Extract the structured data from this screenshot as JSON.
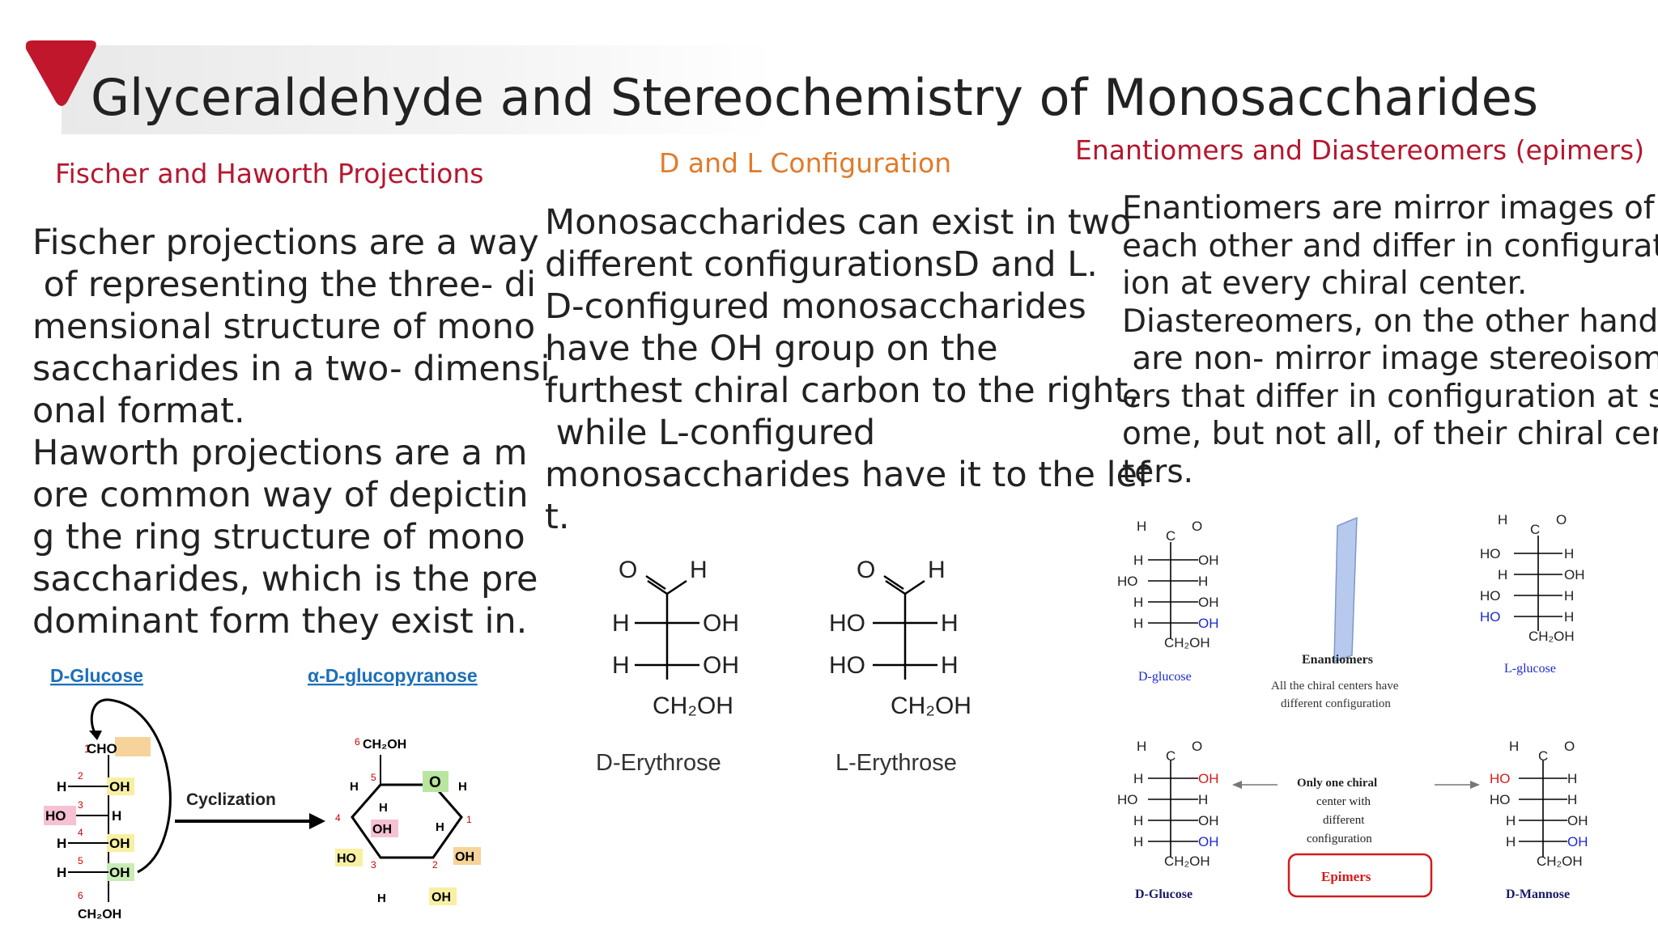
{
  "slide": {
    "title": "Glyceraldehyde and Stereochemistry of Monosaccharides",
    "accent_color": "#c0172d"
  },
  "columns": {
    "left": {
      "heading": "Fischer and Haworth Projections",
      "heading_color": "#b5172f",
      "body": "Fischer projections are a way\n of representing the three- di\nmensional structure of mono\nsaccharides in a two- dimensi\nonal format.\nHaworth projections are a m\nore common way of depictin\ng the ring structure of mono\nsaccharides, which is the pre\ndominant form they exist in."
    },
    "middle": {
      "heading": "D and L Configuration",
      "heading_color": "#e07b2a",
      "body": "Monosaccharides can exist in two\ndifferent configurationsD and L.\nD-configured monosaccharides\nhave the OH group on the\nfurthest chiral carbon to the right,\n while L-configured\nmonosaccharides have it to the lef\nt."
    },
    "right": {
      "heading": "Enantiomers and Diastereomers (epimers)",
      "heading_color": "#b5172f",
      "body": "Enantiomers are mirror images of\neach other and differ in configurat\nion at every chiral center.\nDiastereomers, on the other hand,\n are non- mirror image stereoisom\ners that differ in configuration at s\nome, but not all, of their chiral cen\nters."
    }
  },
  "glucose_figure": {
    "label_left": "D-Glucose",
    "label_right": "α-D-glucopyranose",
    "arrow_label": "Cyclization",
    "chain_top": "CHO",
    "chain_bottom": "CH₂OH",
    "ring_top": "CH₂OH"
  },
  "erythrose_figure": {
    "d_label": "D-Erythrose",
    "l_label": "L-Erythrose",
    "ch2oh": "CH₂OH"
  },
  "enantiomer_figure": {
    "caption_title": "Enantiomers",
    "caption_line1": "All the chiral centers have",
    "caption_line2": "different configuration",
    "left_label": "D-glucose",
    "right_label": "L-glucose"
  },
  "epimer_figure": {
    "caption_line1": "Only one chiral",
    "caption_line2": "center with",
    "caption_line3": "different",
    "caption_line4": "configuration",
    "box_label": "Epimers",
    "left_label": "D-Glucose",
    "right_label": "D-Mannose"
  }
}
